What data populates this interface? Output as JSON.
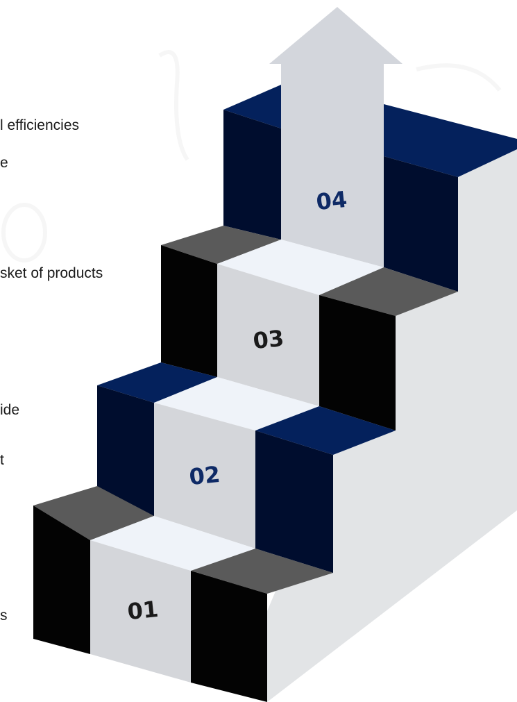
{
  "side_texts": [
    "l efficiencies",
    "e",
    "sket of products",
    "ide",
    "t",
    "s"
  ],
  "steps": [
    {
      "number": "01"
    },
    {
      "number": "02"
    },
    {
      "number": "03"
    },
    {
      "number": "04"
    }
  ],
  "colors": {
    "navy": "#04215c",
    "dark_navy": "#000d2e",
    "black": "#030303",
    "grey_tread": "#5a5a5a",
    "light_panel": "#d4d6da",
    "light_top": "#eff3f9",
    "side_wall": "#e2e4e6",
    "arrow": "#d3d6dc",
    "number_navy": "#0e2a66",
    "number_dark": "#1a1a1a"
  }
}
